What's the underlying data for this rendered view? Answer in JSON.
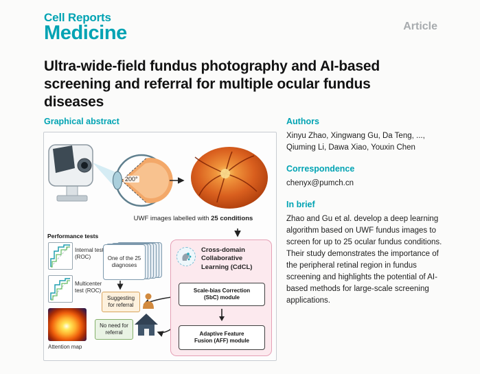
{
  "colors": {
    "brand_teal": "#00a3b3",
    "article_gray": "#a7abae",
    "cdcl_pink_bg": "#fce9ee",
    "cdcl_pink_border": "#e5a0b5",
    "suggest_bg": "#fdf1dd",
    "suggest_border": "#d8a35c",
    "no_referral_bg": "#e9f3e4",
    "no_referral_border": "#84b06a"
  },
  "header": {
    "journal_line1": "Cell Reports",
    "journal_line2": "Medicine",
    "article_type": "Article"
  },
  "title": "Ultra-wide-field fundus photography and AI-based screening and referral for multiple ocular fundus diseases",
  "graphical_abstract": {
    "heading": "Graphical abstract",
    "degrees_label": "200°",
    "caption_prefix": "UWF images labelled with ",
    "caption_bold": "25 conditions",
    "performance_tests": "Performance tests",
    "internal_test": "Internal test\n(ROC)",
    "multicenter_test": "Multicenter\ntest (ROC)",
    "attention_map": "Attention map",
    "diagnoses": "One of the 25\ndiagnoses",
    "suggesting_referral": "Suggesting\nfor referral",
    "no_referral": "No need for\nreferral",
    "cdcl_title": "Cross-domain\nCollaborative\nLearning (CdCL)",
    "sbc_module": "Scale-bias Correction\n(SbC) module",
    "aff_module": "Adaptive Feature\nFusion (AFF) module"
  },
  "info": {
    "authors_heading": "Authors",
    "authors": "Xinyu Zhao, Xingwang Gu, Da Teng, ..., Qiuming Li, Dawa Xiao, Youxin Chen",
    "correspondence_heading": "Correspondence",
    "correspondence_email": "chenyx@pumch.cn",
    "in_brief_heading": "In brief",
    "in_brief_text": "Zhao and Gu et al. develop a deep learning algorithm based on UWF fundus images to screen for up to 25 ocular fundus conditions. Their study demonstrates the importance of the peripheral retinal region in fundus screening and highlights the potential of AI-based methods for large-scale screening applications."
  }
}
